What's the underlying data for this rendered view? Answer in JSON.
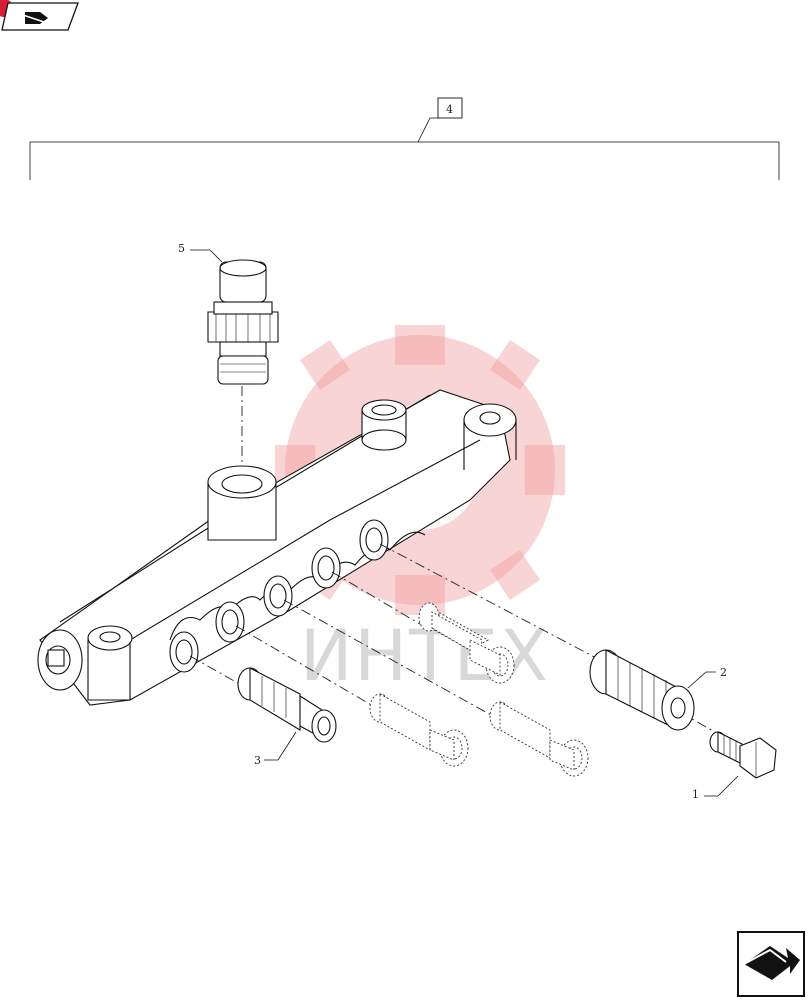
{
  "callouts": {
    "c1": "1",
    "c2": "2",
    "c3": "3",
    "c4": "4",
    "c5": "5"
  },
  "watermark": {
    "text": "ИНТЕХ",
    "color": "#f2a0a0"
  },
  "icons": {
    "top_left": "book-arrow-icon",
    "bottom_right": "next-page-arrow-icon"
  },
  "accent_color": "#d61f35"
}
